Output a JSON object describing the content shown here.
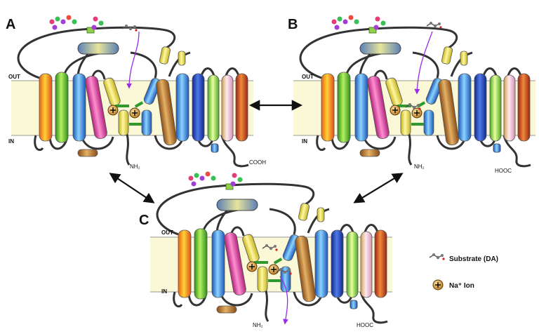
{
  "panels": [
    {
      "letter": "A",
      "out_label": "OUT",
      "in_label": "IN",
      "n_terminus": "NH₂",
      "c_terminus": "COOH"
    },
    {
      "letter": "B",
      "out_label": "OUT",
      "in_label": "IN",
      "n_terminus": "NH₂",
      "c_terminus": "HOOC"
    },
    {
      "letter": "C",
      "out_label": "OUT",
      "in_label": "IN",
      "n_terminus": "NH₂",
      "c_terminus": "HOOC"
    }
  ],
  "legend": {
    "substrate": "Substrate (DA)",
    "ion": "Na⁺ Ion"
  },
  "colors": {
    "membrane": "#fbf8d8",
    "loop": "#333333",
    "arrow": "#111111",
    "substrate_path": "#9a2be6",
    "ion_fill": "#c9902a",
    "helix_palette": [
      "orange-rainbow",
      "green",
      "blue",
      "magenta",
      "yellow",
      "blue",
      "brown",
      "blue",
      "navy",
      "green",
      "pink",
      "red"
    ]
  }
}
